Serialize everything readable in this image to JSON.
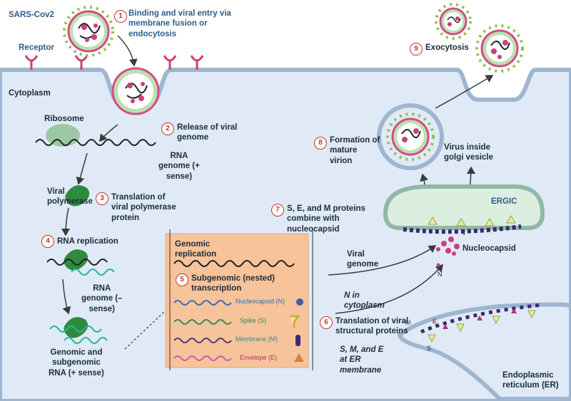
{
  "labels": {
    "sars_cov2": "SARS-Cov2",
    "receptor": "Receptor",
    "cytoplasm": "Cytoplasm",
    "ribosome": "Ribosome",
    "rna_genome_pos": "RNA\ngenome (+\nsense)",
    "viral_polymerase": "Viral\npolymerase",
    "rna_genome_neg": "RNA\ngenome (–\nsense)",
    "genomic_subgenomic": "Genomic and\nsubgenomic\nRNA (+ sense)",
    "viral_genome": "Viral\ngenome",
    "n_in_cytoplasm": "N in\ncytoplasm",
    "sme_at_er": "S, M, and E\nat ER\nmembrane",
    "ergic": "ERGIC",
    "nucleocapsid": "Nucleocapsid",
    "n_small": "N",
    "m_small": "M",
    "e_small": "E",
    "s_small": "S",
    "er": "Endoplasmic\nreticulum (ER)",
    "virus_golgi": "Virus inside\ngolgi vesicle",
    "genomic_replication": "Genomic\nreplication"
  },
  "steps": [
    {
      "num": "1",
      "text": "Binding and viral entry via\nmembrane fusion or\nendocytosis"
    },
    {
      "num": "2",
      "text": "Release of viral\ngenome"
    },
    {
      "num": "3",
      "text": "Translation of\nviral polymerase\nprotein"
    },
    {
      "num": "4",
      "text": "RNA replication"
    },
    {
      "num": "5",
      "text": "Subgenomic (nested)\ntranscription"
    },
    {
      "num": "6",
      "text": "Translation of viral\nstructural proteins"
    },
    {
      "num": "7",
      "text": "S, E, and M proteins\ncombine with\nnucleocapsid"
    },
    {
      "num": "8",
      "text": "Formation of\nmature\nvirion"
    },
    {
      "num": "9",
      "text": "Exocytosis"
    }
  ],
  "legend": [
    {
      "label": "Nucleocapsid (N)",
      "color": "#2f6db5"
    },
    {
      "label": "Spike (S)",
      "color": "#2e8b57"
    },
    {
      "label": "Membrane (M)",
      "color": "#2c8f8f"
    },
    {
      "label": "Envelope (E)",
      "color": "#b5316f"
    }
  ],
  "colors": {
    "cell_fill": "#dfeaf6",
    "membrane": "#9fb6d0",
    "box_fill": "#f6c39b",
    "polymerase": "#2e8b3e",
    "ergic_fill": "#dbeee0"
  }
}
